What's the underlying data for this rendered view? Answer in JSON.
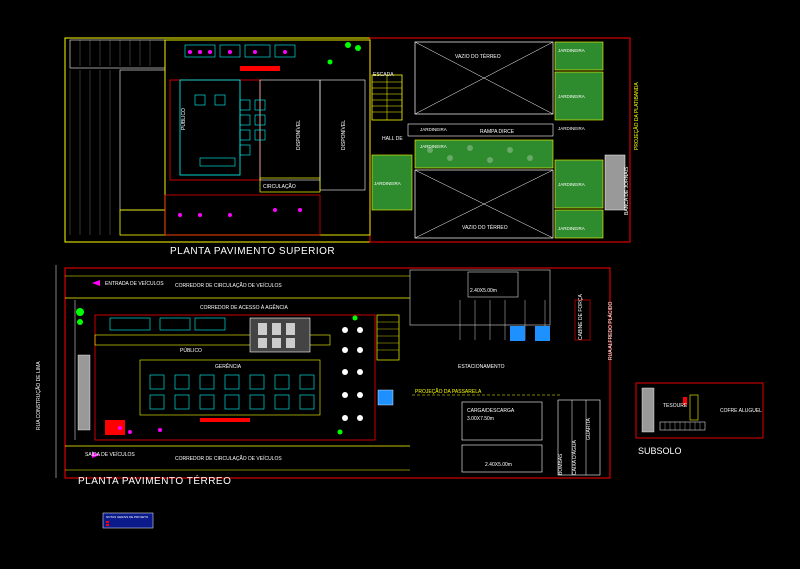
{
  "titles": {
    "upper": "PLANTA PAVIMENTO SUPERIOR",
    "ground": "PLANTA PAVIMENTO TÉRREO",
    "basement": "SUBSOLO"
  },
  "upper_labels": {
    "vazio_top": "VAZIO DO TÉRREO",
    "vazio_bottom": "VAZIO DO TÉRREO",
    "jardineira_1": "JARDINEIRA",
    "jardineira_2": "JARDINEIRA",
    "jardineira_3": "JARDINEIRA",
    "jardineira_4": "JARDINEIRA",
    "jardineira_5": "JARDINEIRA",
    "jardineira_6": "JARDINEIRA",
    "jardineira_7": "JARDINEIRA",
    "jardineira_8": "JARDINEIRA",
    "rampa": "RAMPA DIRCE",
    "hall": "HALL DE",
    "escada": "ESCADA",
    "circulacao": "CIRCULAÇÃO",
    "disponivel_1": "DISPONÍVEL",
    "disponivel_2": "DISPONÍVEL",
    "publico": "PÚBLICO",
    "projecao": "PROJEÇÃO DA PLATIBANDA",
    "banca": "BANCA DE JORNAIS"
  },
  "ground_labels": {
    "corredor_veic_top": "CORREDOR DE CIRCULAÇÃO DE VEÍCULOS",
    "corredor_acesso": "CORREDOR DE ACESSO À AGÊNCIA",
    "corredor_veic_bottom": "CORREDOR DE CIRCULAÇÃO DE VEÍCULOS",
    "entrada": "ENTRADA DE VEÍCULOS",
    "saida": "SAÍDA DE VEÍCULOS",
    "publico": "PÚBLICO",
    "gerencia": "GERÊNCIA",
    "estacionamento": "ESTACIONAMENTO",
    "projecao": "PROJEÇÃO DA PASSARELA",
    "carga": "CARGA/DESCARGA",
    "carga_dim": "3.00X7.50m",
    "dim_top": "2.40X5.00m",
    "dim_bottom": "2.40X5.00m",
    "rua_left": "RUA CONSTRUÇÃO DE LIMA",
    "rua_right": "RUA ALFREDO PLÁCIDO",
    "cabine": "CABINE DE FORÇA",
    "box_a": "BOMBAS",
    "box_b": "CAIXA D'ÁGUA",
    "box_c": "GUARITA",
    "legend": "NOTAS GERAIS DE PROJETO"
  },
  "basement_labels": {
    "tesouraria": "TESOURE",
    "cofre": "COFRE ALUGUEL"
  }
}
